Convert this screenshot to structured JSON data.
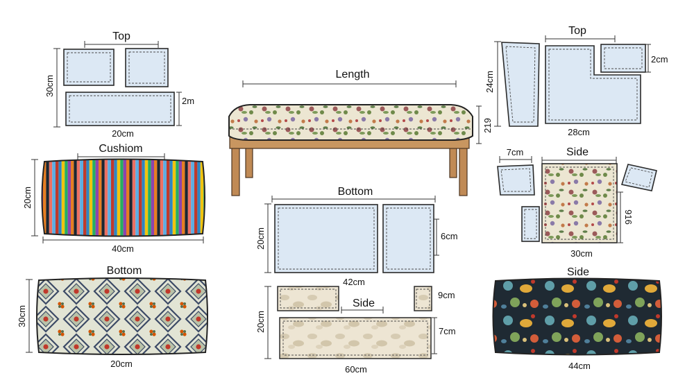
{
  "labels": {
    "top_left_title": "Top",
    "top_left_height": "30cm",
    "top_left_side": "2m",
    "top_left_width": "20cm",
    "cushion_title": "Cushiom",
    "cushion_height": "20cm",
    "cushion_width": "40cm",
    "bottom_left_title": "Bottom",
    "bottom_left_height": "30cm",
    "bottom_left_width": "20cm",
    "bench_title": "Length",
    "bench_height": "219",
    "bottom_center_title": "Bottom",
    "bottom_center_height": "20cm",
    "bottom_center_side": "6cm",
    "bottom_center_width": "42cm",
    "side_center_title": "Side",
    "side_center_height": "20cm",
    "side_center_small": "9cm",
    "side_center_side": "7cm",
    "side_center_width": "60cm",
    "top_right_title": "Top",
    "top_right_height": "24cm",
    "top_right_side": "2cm",
    "top_right_width": "28cm",
    "side_right_small": "7cm",
    "side_right_title": "Side",
    "side_right_height": "916",
    "side_right_width": "30cm",
    "side_bottom_right_title": "Side",
    "side_bottom_right_width": "44cm"
  },
  "colors": {
    "pattern_piece": "#dce8f4",
    "floral_base": "#ece6d2",
    "stripe_colors": [
      "#c0392b",
      "#2e86c1",
      "#f1c40f",
      "#27ae60",
      "#8e44ad",
      "#e67e22",
      "#1b2631",
      "#ec7063",
      "#5dade2"
    ],
    "damask_base": "#e2e4d4",
    "dark_print_base": "#1f2a33",
    "bench_leg": "#c08a55"
  }
}
